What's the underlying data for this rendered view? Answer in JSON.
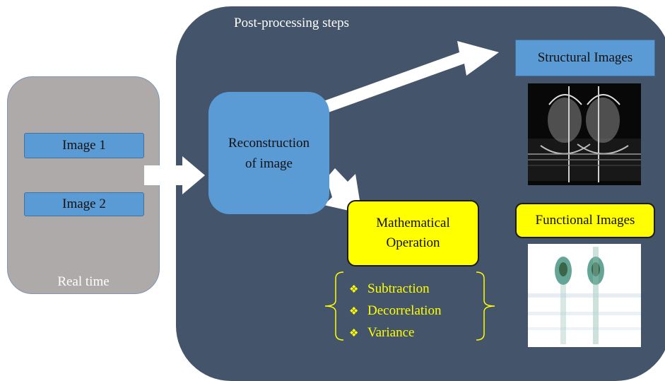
{
  "post_processing": {
    "title": "Post-processing steps"
  },
  "real_time": {
    "label": "Real time",
    "images": [
      "Image 1",
      "Image 2"
    ]
  },
  "reconstruction": {
    "line1": "Reconstruction",
    "line2": "of image"
  },
  "structural": {
    "label": "Structural Images"
  },
  "functional": {
    "label": "Functional Images"
  },
  "math": {
    "line1": "Mathematical",
    "line2": "Operation",
    "bullet": "❖",
    "operations": [
      "Subtraction",
      "Decorrelation",
      "Variance"
    ]
  },
  "colors": {
    "panel": "#44546a",
    "real_time_panel": "#aeaaaa",
    "box_blue": "#5b9bd5",
    "highlight_yellow": "#ffff00",
    "arrow": "#ffffff"
  }
}
